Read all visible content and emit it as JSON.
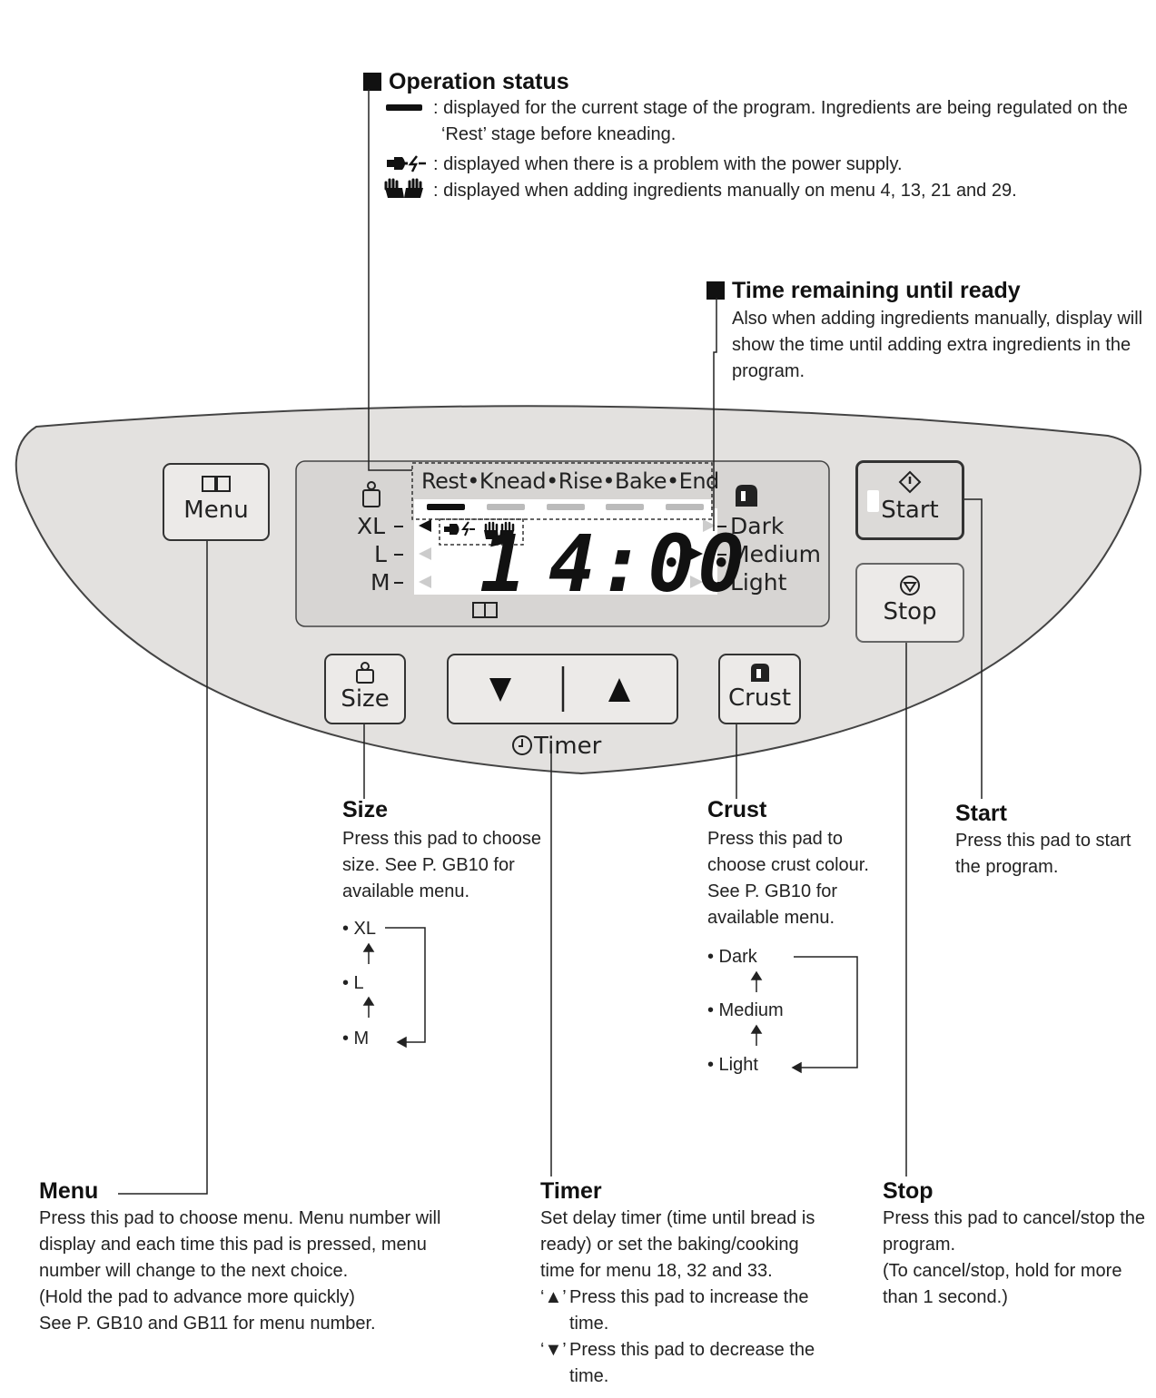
{
  "operation_status": {
    "title": "Operation status",
    "bar_text_1": ": displayed for the current stage of the program. Ingredients are being regulated on the",
    "bar_text_2": "‘Rest’ stage before kneading.",
    "power_text": ": displayed when there is a problem with the power supply.",
    "hands_text": ": displayed when adding ingredients manually on menu 4, 13, 21 and 29."
  },
  "time_remaining": {
    "title": "Time remaining until ready",
    "desc_1": "Also when adding ingredients manually, display will",
    "desc_2": "show the time until adding extra ingredients in the",
    "desc_3": "program."
  },
  "panel": {
    "stages": "Rest•Knead•Rise•Bake•End",
    "sizes": [
      "XL",
      "L",
      "M"
    ],
    "crusts": [
      "Dark",
      "Medium",
      "Light"
    ],
    "menu_number": "1",
    "time": "4:00",
    "menu_btn": "Menu",
    "size_btn": "Size",
    "crust_btn": "Crust",
    "start_btn": "Start",
    "stop_btn": "Stop",
    "timer_label": "Timer"
  },
  "size_info": {
    "title": "Size",
    "lines": [
      "Press this pad to choose",
      "size. See P. GB10 for",
      "available menu."
    ],
    "options": [
      "• XL",
      "• L",
      "• M"
    ]
  },
  "crust_info": {
    "title": "Crust",
    "lines": [
      "Press this pad to",
      "choose crust colour.",
      "See P. GB10 for",
      "available menu."
    ],
    "options": [
      "• Dark",
      "• Medium",
      "• Light"
    ]
  },
  "start_info": {
    "title": "Start",
    "lines": [
      "Press this pad to start",
      "the program."
    ]
  },
  "menu_info": {
    "title": "Menu",
    "lines": [
      "Press this pad to choose menu. Menu number will",
      "display and each time this pad is pressed, menu",
      "number will change to the next choice.",
      "(Hold the pad to advance more quickly)",
      "See P. GB10 and GB11 for menu number."
    ]
  },
  "timer_info": {
    "title": "Timer",
    "lines": [
      "Set delay timer (time until bread is",
      "ready) or set the baking/cooking",
      "time for menu 18, 32 and 33."
    ],
    "up_mark": "‘▲’",
    "up_text_1": "Press this pad to increase the",
    "up_text_2": "time.",
    "down_mark": "‘▼’",
    "down_text_1": "Press this pad to decrease the",
    "down_text_2": "time."
  },
  "stop_info": {
    "title": "Stop",
    "lines": [
      "Press this pad to cancel/stop the",
      "program.",
      "(To cancel/stop, hold for more",
      "than 1 second.)"
    ]
  },
  "colors": {
    "panel": "#e3e1df",
    "lcd": "#d7d5d3",
    "lcd_window": "#ffffff",
    "line": "#222222"
  }
}
